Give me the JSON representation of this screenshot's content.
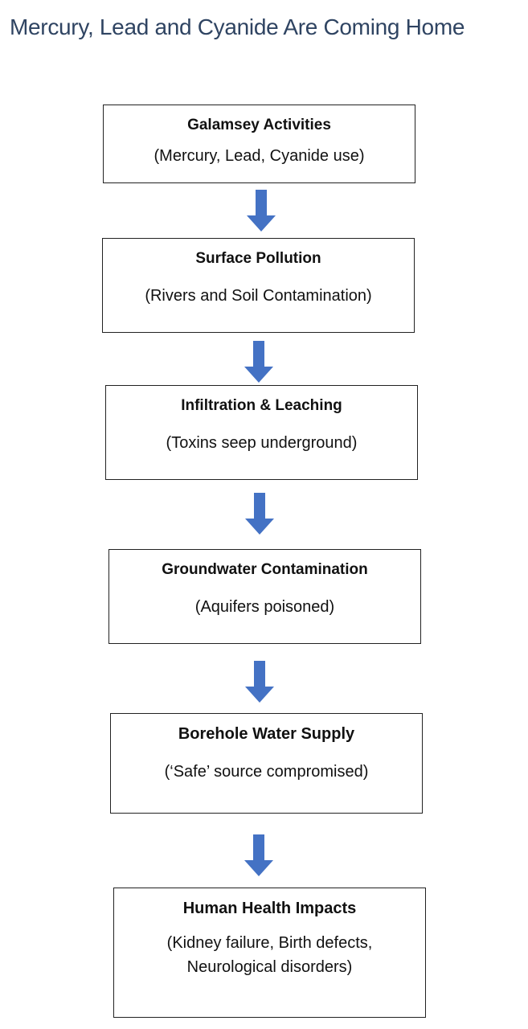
{
  "title": "Mercury, Lead and Cyanide Are Coming Home",
  "arrow_color": "#4472c4",
  "steps": [
    {
      "heading": "Galamsey Activities",
      "detail": "(Mercury, Lead, Cyanide use)"
    },
    {
      "heading": "Surface Pollution",
      "detail": "(Rivers and Soil Contamination)"
    },
    {
      "heading": "Infiltration & Leaching",
      "detail": "(Toxins seep underground)"
    },
    {
      "heading": "Groundwater Contamination",
      "detail": "(Aquifers poisoned)"
    },
    {
      "heading": "Borehole Water Supply",
      "detail": "(‘Safe’ source compromised)"
    },
    {
      "heading": "Human Health Impacts",
      "detail": "(Kidney failure, Birth defects, Neurological disorders)"
    }
  ]
}
